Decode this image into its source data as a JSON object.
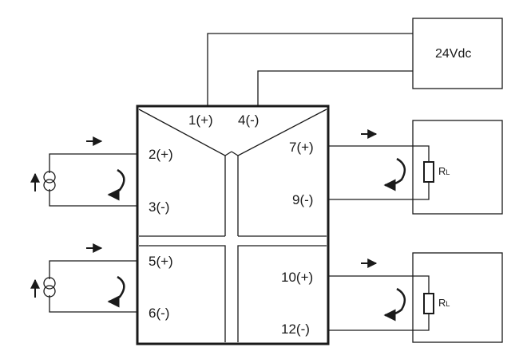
{
  "power": {
    "label": "24Vdc"
  },
  "terminals": {
    "t1": "1(+)",
    "t4": "4(-)",
    "t2": "2(+)",
    "t3": "3(-)",
    "t5": "5(+)",
    "t6": "6(-)",
    "t7": "7(+)",
    "t9": "9(-)",
    "t10": "10(+)",
    "t12": "12(-)"
  },
  "loads": {
    "top": {
      "r": "R",
      "sub": "L"
    },
    "bottom": {
      "r": "R",
      "sub": "L"
    }
  },
  "colors": {
    "line": "#1a1a1a",
    "background": "#ffffff"
  },
  "icons": [
    "current-source-icon",
    "current-loop-arrow-icon",
    "flow-arrow-icon",
    "resistor-icon"
  ]
}
